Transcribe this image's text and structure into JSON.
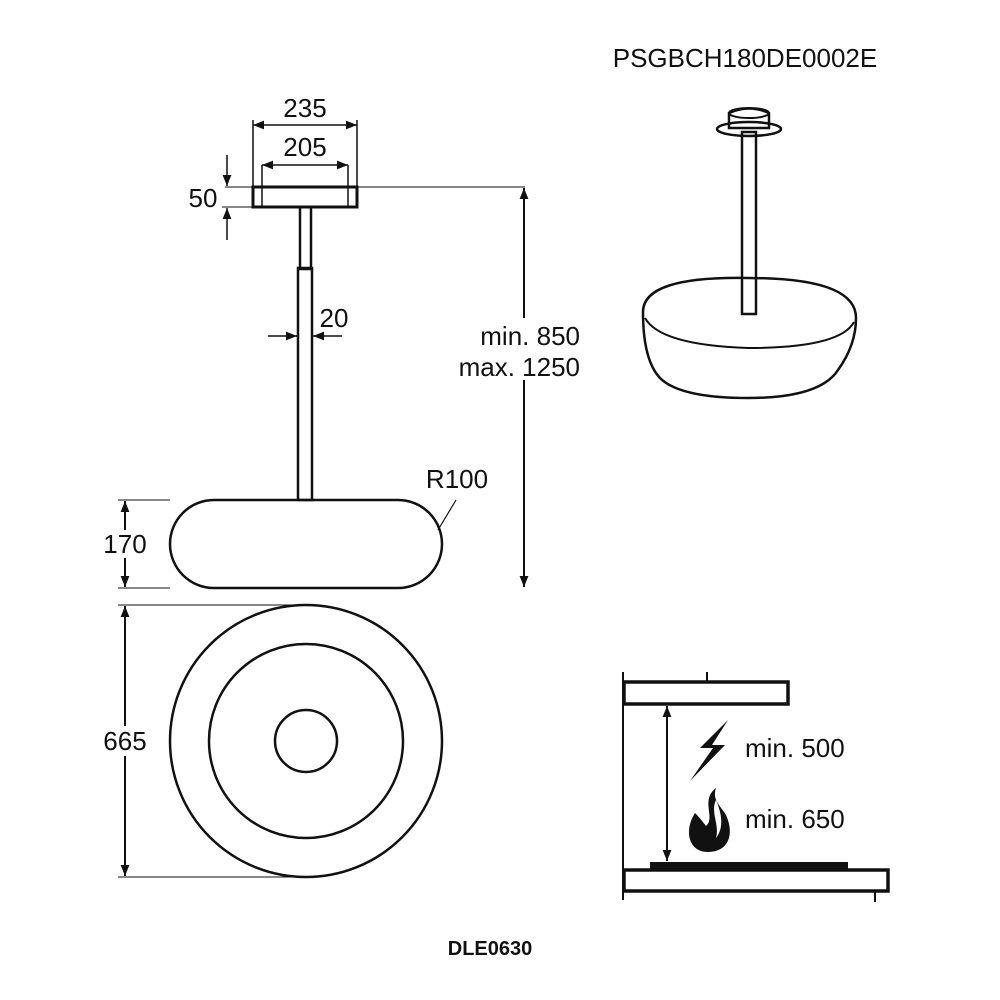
{
  "header": {
    "code": "PSGBCH180DE0002E"
  },
  "dimensions": {
    "plate_outer_width": "235",
    "plate_inner_width": "205",
    "plate_height": "50",
    "pole_diameter": "20",
    "height_min": "min. 850",
    "height_max": "max. 1250",
    "radius": "R100",
    "body_height": "170",
    "body_diameter": "665"
  },
  "clearance": {
    "electric_label": "min. 500",
    "gas_label": "min. 650",
    "electric_icon": "lightning-icon",
    "gas_icon": "flame-icon"
  },
  "footer": {
    "model": "DLE0630"
  }
}
